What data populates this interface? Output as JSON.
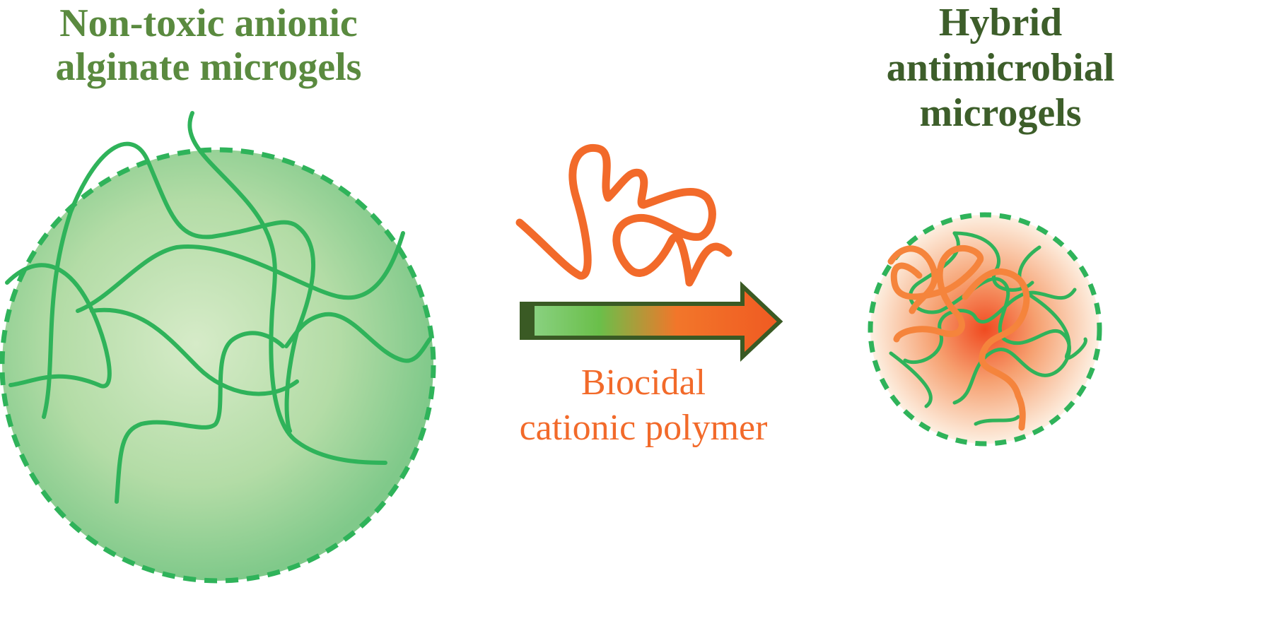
{
  "left_panel": {
    "title_lines": [
      "Non-toxic anionic",
      "alginate microgels"
    ],
    "color": "#5a8a3f"
  },
  "right_panel": {
    "title_lines": [
      "Hybrid",
      "antimicrobial",
      "microgels"
    ],
    "color": "#3d5e2a"
  },
  "arrow": {
    "caption_lines": [
      "Biocidal",
      "cationic polymer"
    ],
    "caption_color": "#f26a2a"
  },
  "colors": {
    "alginate_chain": "#2fb35a",
    "cationic_polymer": "#f26a2a",
    "arrow_border": "#3a5a24"
  }
}
